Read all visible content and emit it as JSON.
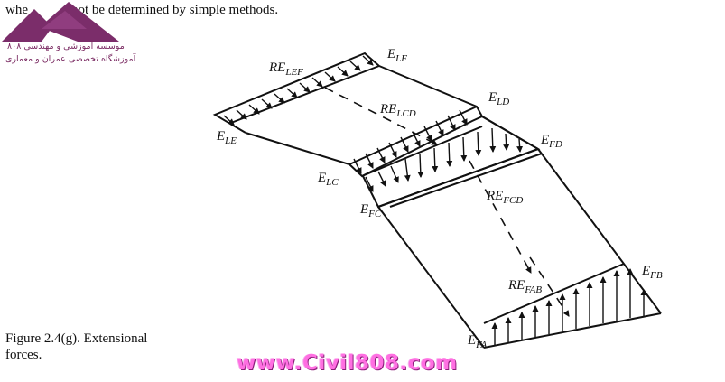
{
  "header": {
    "text_left": "whe",
    "text_right": "not be determined by simple methods."
  },
  "logo": {
    "line1": "موسسه آموزشی و مهندسی ۸۰۸",
    "line2": "آموزشگاه تخصصی عمران و معماری",
    "colors": {
      "primary": "#7b2d6a",
      "accent": "#a24b8f"
    }
  },
  "labels": {
    "ELF": {
      "main": "E",
      "sub": "LF"
    },
    "RELEF": {
      "main": "RE",
      "sub": "LEF"
    },
    "ELD": {
      "main": "E",
      "sub": "LD"
    },
    "RELCD": {
      "main": "RE",
      "sub": "LCD"
    },
    "ELE": {
      "main": "E",
      "sub": "LE"
    },
    "EFD": {
      "main": "E",
      "sub": "FD"
    },
    "ELC": {
      "main": "E",
      "sub": "LC"
    },
    "REFCD": {
      "main": "RE",
      "sub": "FCD"
    },
    "EFC": {
      "main": "E",
      "sub": "FC"
    },
    "EFB": {
      "main": "E",
      "sub": "FB"
    },
    "REFAB": {
      "main": "RE",
      "sub": "FAB"
    },
    "EFA": {
      "main": "E",
      "sub": "FA"
    }
  },
  "caption": {
    "line1": "Figure 2.4(g). Extensional",
    "line2": "forces."
  },
  "watermark": "www.Civil808.com"
}
